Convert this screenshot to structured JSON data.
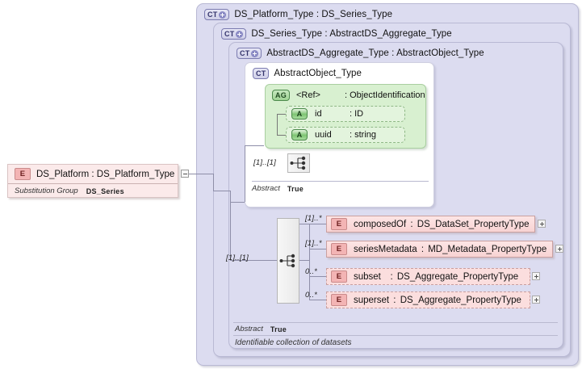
{
  "diagram": {
    "title": "DS_Platform XML Schema element diagram",
    "colors": {
      "container_fill": "#dcdcf0",
      "container_border": "#b9b9d4",
      "element_fill": "#fbdede",
      "element_border": "#c9a0a0",
      "attribute_fill": "#d8f0d0",
      "attribute_border": "#a9cfa0",
      "panel_fill": "#ffffff"
    }
  },
  "root_element": {
    "badge": "E",
    "badge_icon": "element-icon",
    "name": "DS_Platform",
    "separator": ":",
    "type": "DS_Platform_Type",
    "label": "DS_Platform : DS_Platform_Type",
    "substitution_group_label": "Substitution Group",
    "substitution_group_value": "DS_Series",
    "toggle_icon": "minus-toggle-icon"
  },
  "containers": [
    {
      "badge": "CT",
      "badge_icon": "complextype-expand-icon",
      "has_expander": true,
      "title": "DS_Platform_Type : DS_Series_Type",
      "name": "DS_Platform_Type",
      "base": "DS_Series_Type"
    },
    {
      "badge": "CT",
      "badge_icon": "complextype-expand-icon",
      "has_expander": true,
      "title": "DS_Series_Type : AbstractDS_Aggregate_Type",
      "name": "DS_Series_Type",
      "base": "AbstractDS_Aggregate_Type"
    },
    {
      "badge": "CT",
      "badge_icon": "complextype-expand-icon",
      "has_expander": true,
      "title": "AbstractDS_Aggregate_Type : AbstractObject_Type",
      "name": "AbstractDS_Aggregate_Type",
      "base": "AbstractObject_Type"
    },
    {
      "badge": "CT",
      "badge_icon": "complextype-icon",
      "has_expander": false,
      "title": "AbstractObject_Type",
      "name": "AbstractObject_Type",
      "base": ""
    }
  ],
  "attribute_group": {
    "badge": "AG",
    "badge_icon": "attributegroup-icon",
    "name": "<Ref>",
    "separator": ":",
    "type": "ObjectIdentification",
    "attributes": [
      {
        "badge": "A",
        "badge_icon": "attribute-icon",
        "name": "id",
        "separator": ":",
        "type": "ID"
      },
      {
        "badge": "A",
        "badge_icon": "attribute-icon",
        "name": "uuid",
        "separator": ":",
        "type": "string"
      }
    ]
  },
  "inner_sequence": {
    "icon": "sequence-compositor-icon",
    "cardinality": "[1]..[1]"
  },
  "outer_sequence": {
    "icon": "sequence-compositor-icon",
    "cardinality": "[1]..[1]"
  },
  "elements": [
    {
      "badge": "E",
      "badge_icon": "element-icon",
      "cardinality": "[1]..*",
      "name": "composedOf",
      "separator": ":",
      "type": "DS_DataSet_PropertyType",
      "required": true,
      "expander_icon": "plus-expander-icon"
    },
    {
      "badge": "E",
      "badge_icon": "element-icon",
      "cardinality": "[1]..*",
      "name": "seriesMetadata",
      "separator": ":",
      "type": "MD_Metadata_PropertyType",
      "required": true,
      "expander_icon": "plus-expander-icon"
    },
    {
      "badge": "E",
      "badge_icon": "element-icon",
      "cardinality": "0..*",
      "name": "subset",
      "separator": ":",
      "type": "DS_Aggregate_PropertyType",
      "required": false,
      "expander_icon": "plus-expander-icon"
    },
    {
      "badge": "E",
      "badge_icon": "element-icon",
      "cardinality": "0..*",
      "name": "superset",
      "separator": ":",
      "type": "DS_Aggregate_PropertyType",
      "required": false,
      "expander_icon": "plus-expander-icon"
    }
  ],
  "footers": {
    "inner": {
      "key": "Abstract",
      "value": "True"
    },
    "outer": {
      "key": "Abstract",
      "value": "True",
      "documentation": "Identifiable collection of datasets"
    }
  }
}
